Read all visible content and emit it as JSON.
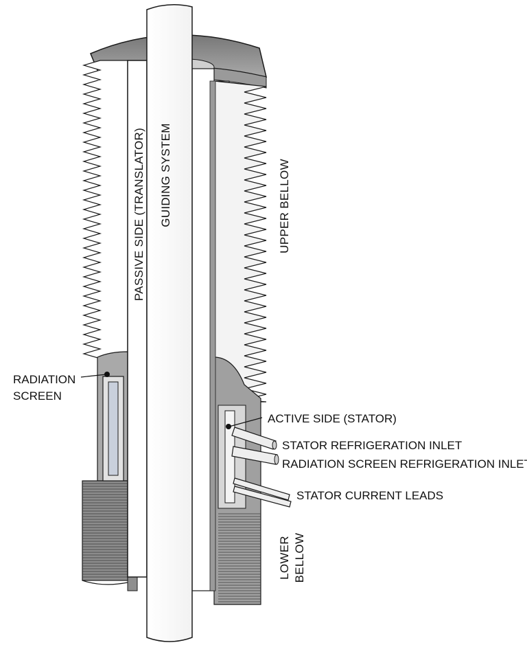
{
  "labels": {
    "guiding_system": "GUIDING SYSTEM",
    "passive_side": "PASSIVE SIDE (TRANSLATOR)",
    "upper_bellow": "UPPER BELLOW",
    "radiation_screen_line1": "RADIATION",
    "radiation_screen_line2": "SCREEN",
    "active_side": "ACTIVE SIDE (STATOR)",
    "stator_refrigeration_inlet": "STATOR REFRIGERATION INLET",
    "radiation_screen_refrigeration_inlet": "RADIATION SCREEN REFRIGERATION INLET",
    "stator_current_leads": "STATOR CURRENT LEADS",
    "lower_bellow_line1": "LOWER",
    "lower_bellow_line2": "BELLOW"
  },
  "colors": {
    "outline": "#1a1a1a",
    "bellow_light": "#ffffff",
    "bellow_shade": "#cfcfcf",
    "casing_dark": "#8d8d8d",
    "casing_mid": "#b4b4b4",
    "casing_light": "#dedede",
    "screen_tint": "#c9d0dc"
  }
}
